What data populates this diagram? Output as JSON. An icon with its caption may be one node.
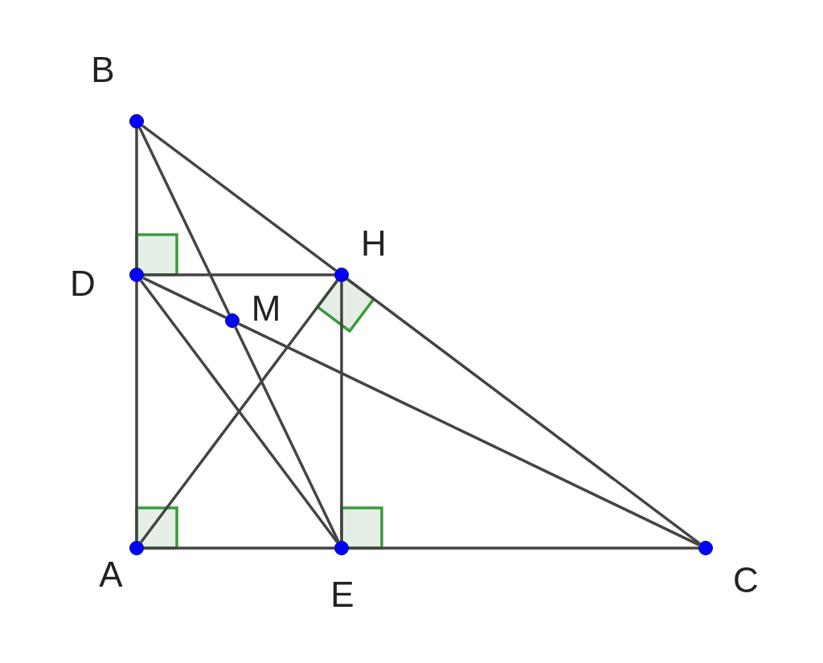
{
  "diagram": {
    "nodes": [
      {
        "text": [
          "B"
        ]
      },
      {
        "text": [
          "D"
        ]
      },
      {
        "text": [
          "H"
        ]
      },
      {
        "text": [
          "M"
        ]
      },
      {
        "text": [
          "A"
        ]
      },
      {
        "text": [
          "E"
        ]
      },
      {
        "text": [
          "C"
        ]
      }
    ],
    "edges": [
      {
        "from": 0,
        "to": 1,
        "arrow": "none"
      },
      {
        "from": 1,
        "to": 4,
        "arrow": "none"
      },
      {
        "from": 4,
        "to": 5,
        "arrow": "none"
      },
      {
        "from": 5,
        "to": 6,
        "arrow": "none"
      },
      {
        "from": 0,
        "to": 2,
        "arrow": "none"
      },
      {
        "from": 2,
        "to": 6,
        "arrow": "none"
      },
      {
        "from": 0,
        "to": 3,
        "arrow": "none"
      },
      {
        "from": 3,
        "to": 5,
        "arrow": "none"
      },
      {
        "from": 1,
        "to": 2,
        "arrow": "none"
      },
      {
        "from": 1,
        "to": 3,
        "arrow": "none"
      },
      {
        "from": 3,
        "to": 6,
        "arrow": "none"
      },
      {
        "from": 1,
        "to": 5,
        "arrow": "none"
      },
      {
        "from": 4,
        "to": 2,
        "arrow": "none"
      },
      {
        "from": 2,
        "to": 5,
        "arrow": "none"
      }
    ]
  }
}
